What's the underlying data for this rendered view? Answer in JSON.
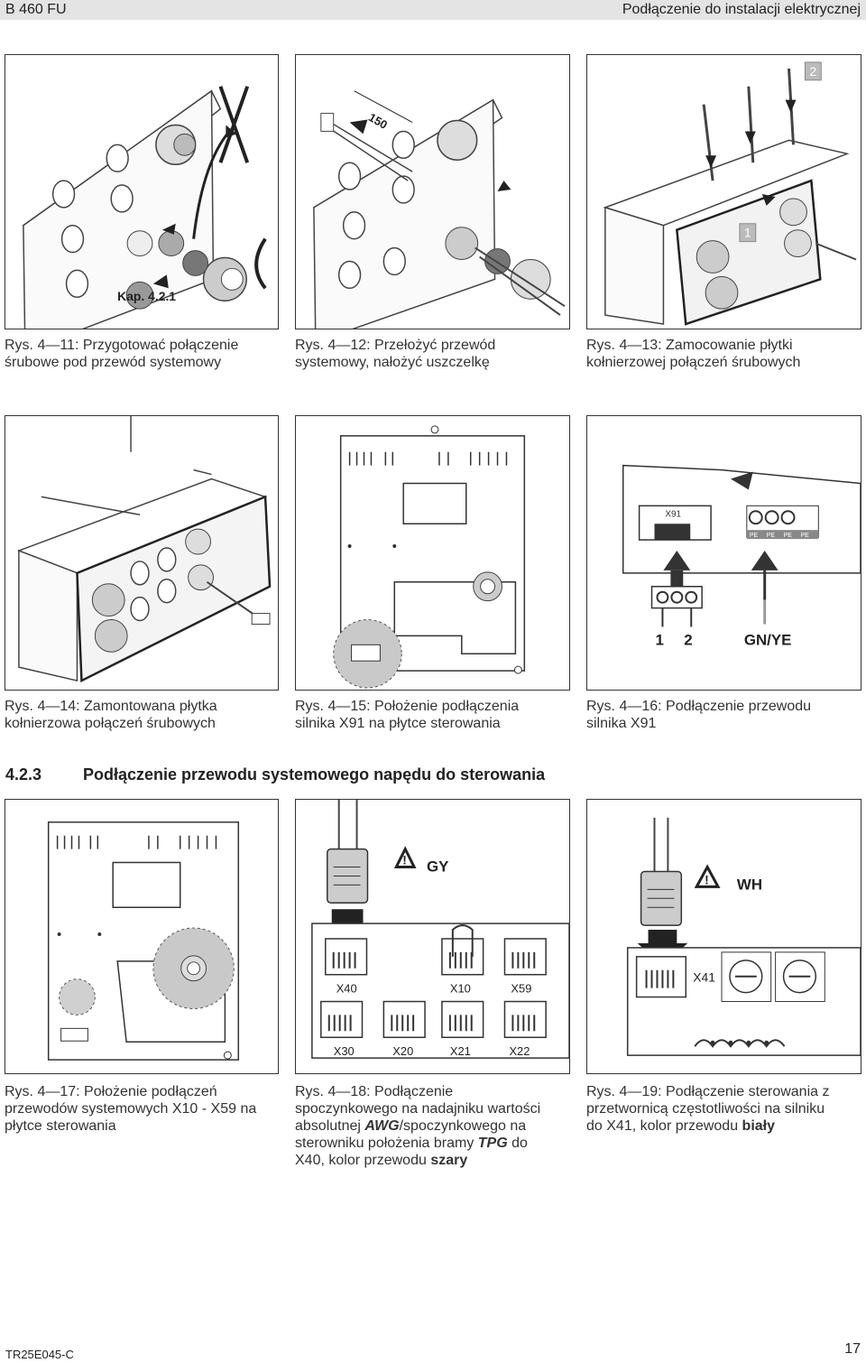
{
  "header": {
    "left": "B 460 FU",
    "right": "Podłączenie do instalacji elektrycznej"
  },
  "figures": {
    "f11": {
      "inset_label": "Kap. 4.2.1",
      "caption": [
        "Rys. 4—11: Przygotować połączenie",
        "śrubowe pod przewód systemowy"
      ]
    },
    "f12": {
      "dim_label": "150",
      "caption": [
        "Rys. 4—12: Przełożyć przewód",
        "systemowy, nałożyć uszczelkę"
      ]
    },
    "f13": {
      "step1": "1",
      "step2": "2",
      "caption": [
        "Rys. 4—13: Zamocowanie płytki",
        "kołnierzowej połączeń śrubowych"
      ]
    },
    "f14": {
      "caption": [
        "Rys. 4—14: Zamontowana płytka",
        "kołnierzowa połączeń śrubowych"
      ]
    },
    "f15": {
      "caption": [
        "Rys. 4—15: Położenie podłączenia",
        "silnika X91 na płytce sterowania"
      ]
    },
    "f16": {
      "connector": "X91",
      "pe": [
        "PE",
        "PE",
        "PE",
        "PE"
      ],
      "pin1": "1",
      "pin2": "2",
      "wire": "GN/YE",
      "caption": [
        "Rys. 4—16: Podłączenie przewodu",
        "silnika X91"
      ]
    },
    "f17": {
      "caption": [
        "Rys. 4—17: Położenie podłączeń",
        "przewodów systemowych X10 - X59 na",
        "płytce sterowania"
      ]
    },
    "f18": {
      "color": "GY",
      "ports_top": [
        "X40",
        "X10",
        "X59"
      ],
      "ports_bottom": [
        "X30",
        "X20",
        "X21",
        "X22"
      ],
      "caption": [
        "Rys. 4—18: Podłączenie",
        "spoczynkowego na nadajniku wartości",
        "absolutnej ",
        "AWG",
        "/spoczynkowego na",
        "sterowniku położenia bramy ",
        "TPG",
        " do",
        "X40, kolor przewodu ",
        "szary"
      ]
    },
    "f19": {
      "color": "WH",
      "port": "X41",
      "caption": [
        "Rys. 4—19: Podłączenie sterowania z",
        "przetwornicą częstotliwości na silniku",
        "do X41, kolor przewodu ",
        "biały"
      ]
    }
  },
  "section": {
    "number": "4.2.3",
    "title": "Podłączenie przewodu systemowego napędu do sterowania"
  },
  "footer": {
    "doc": "TR25E045-C",
    "page": "17"
  }
}
